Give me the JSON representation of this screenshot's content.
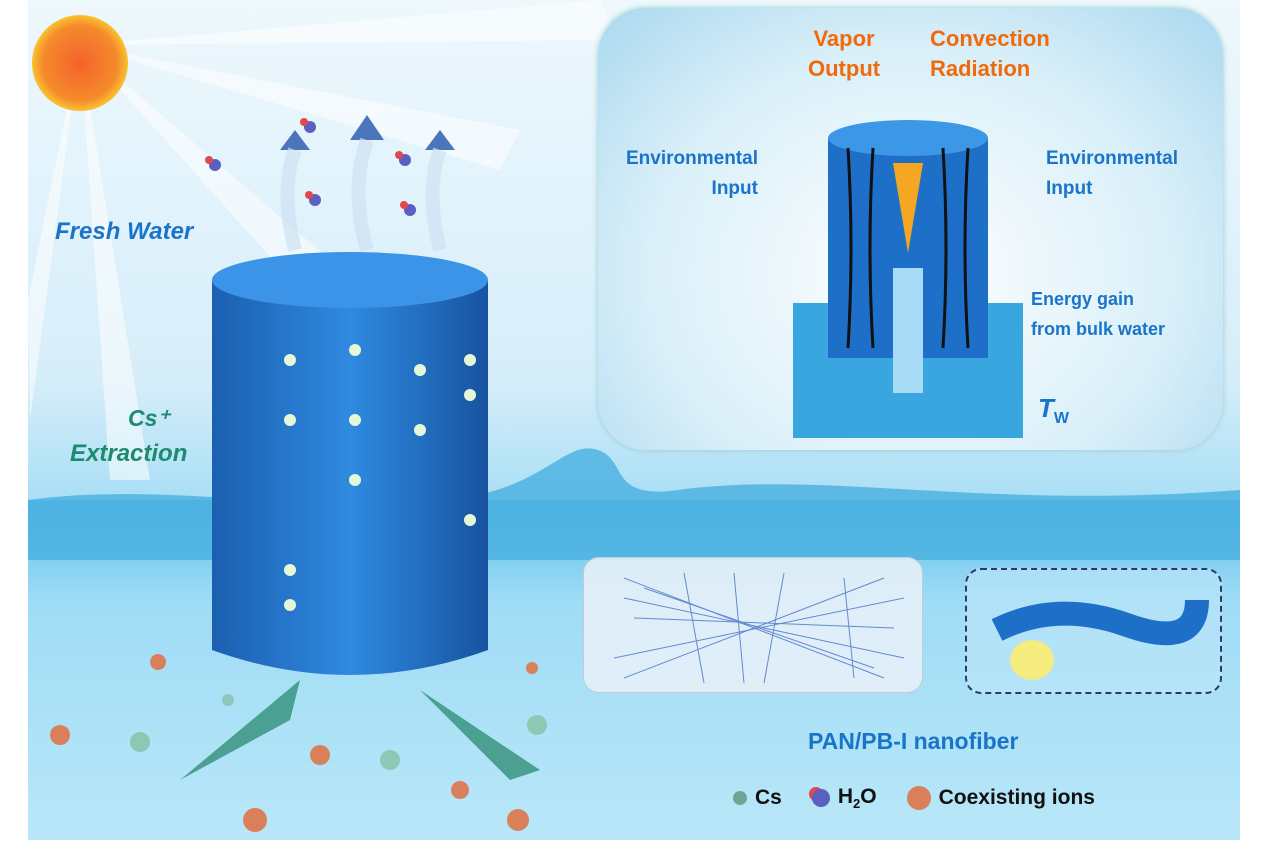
{
  "labels": {
    "fresh_water": "Fresh Water",
    "cs_extraction_line1": "Cs⁺",
    "cs_extraction_line2": "Extraction",
    "nanofiber": "PAN/PB-I nanofiber"
  },
  "inset": {
    "vapor_output_line1": "Vapor",
    "vapor_output_line2": "Output",
    "convection_line1": "Convection",
    "convection_line2": "Radiation",
    "env_left_line1": "Environmental",
    "env_left_line2": "Input",
    "env_right_line1": "Environmental",
    "env_right_line2": "Input",
    "energy_line1": "Energy gain",
    "energy_line2": "from bulk water",
    "tw_main": "T",
    "tw_sub": "W"
  },
  "legend": [
    {
      "label": "Cs",
      "color": "#6fa595"
    },
    {
      "label_main": "H",
      "label_sub": "2",
      "label_end": "O",
      "color": "#5a5fc0"
    },
    {
      "label": "Coexisting ions",
      "color": "#d9805a"
    }
  ],
  "colors": {
    "accent_blue": "#1a74c9",
    "accent_orange": "#f06a0a",
    "accent_green": "#1e8a6e"
  }
}
